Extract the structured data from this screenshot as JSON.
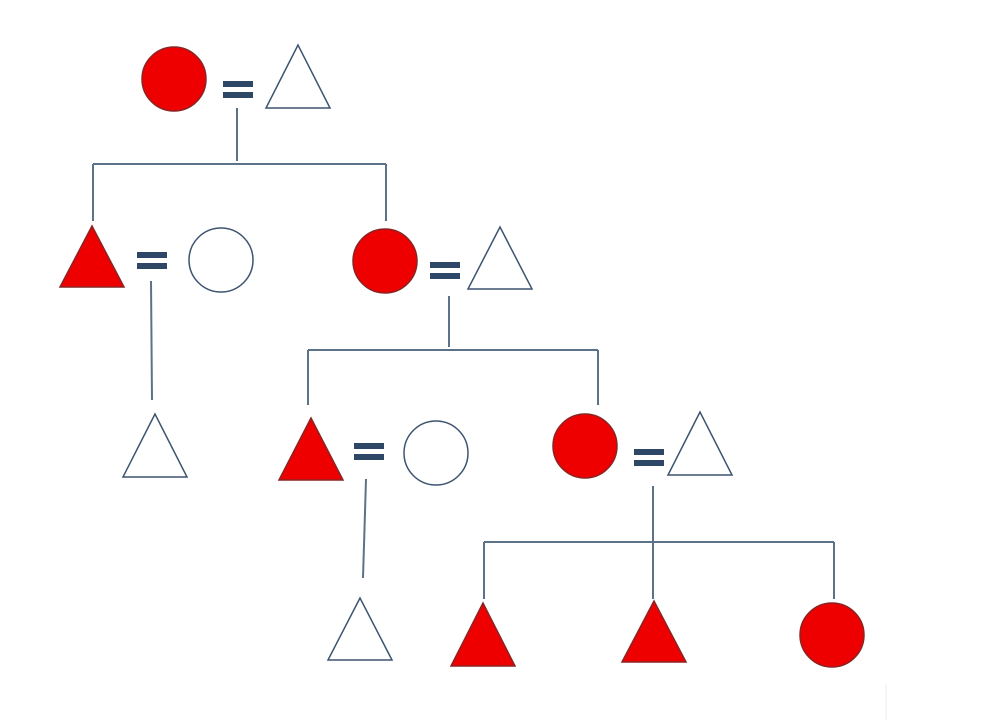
{
  "colors": {
    "affected": "#ee0000",
    "affected_outline": "#8a2424",
    "unaffected_fill": "#ffffff",
    "unaffected_outline": "#3d5470",
    "connector": "#5b7288",
    "marriage_symbol": "#2f4766"
  },
  "legend_shapes": {
    "circle": "circle-icon",
    "triangle": "triangle-icon"
  },
  "generations": [
    {
      "couples": [
        {
          "left": {
            "shape": "circle",
            "affected": true
          },
          "right": {
            "shape": "triangle",
            "affected": false
          }
        }
      ]
    },
    {
      "couples": [
        {
          "left": {
            "shape": "triangle",
            "affected": true
          },
          "right": {
            "shape": "circle",
            "affected": false
          }
        },
        {
          "left": {
            "shape": "circle",
            "affected": true
          },
          "right": {
            "shape": "triangle",
            "affected": false
          }
        }
      ]
    },
    {
      "individuals": [
        {
          "shape": "triangle",
          "affected": false
        },
        {
          "shape": "triangle",
          "affected": true
        },
        {
          "shape": "circle",
          "affected": false
        },
        {
          "shape": "circle",
          "affected": true
        },
        {
          "shape": "triangle",
          "affected": false
        }
      ]
    },
    {
      "individuals": [
        {
          "shape": "triangle",
          "affected": false
        },
        {
          "shape": "triangle",
          "affected": true
        },
        {
          "shape": "triangle",
          "affected": true
        },
        {
          "shape": "circle",
          "affected": true
        }
      ]
    }
  ]
}
